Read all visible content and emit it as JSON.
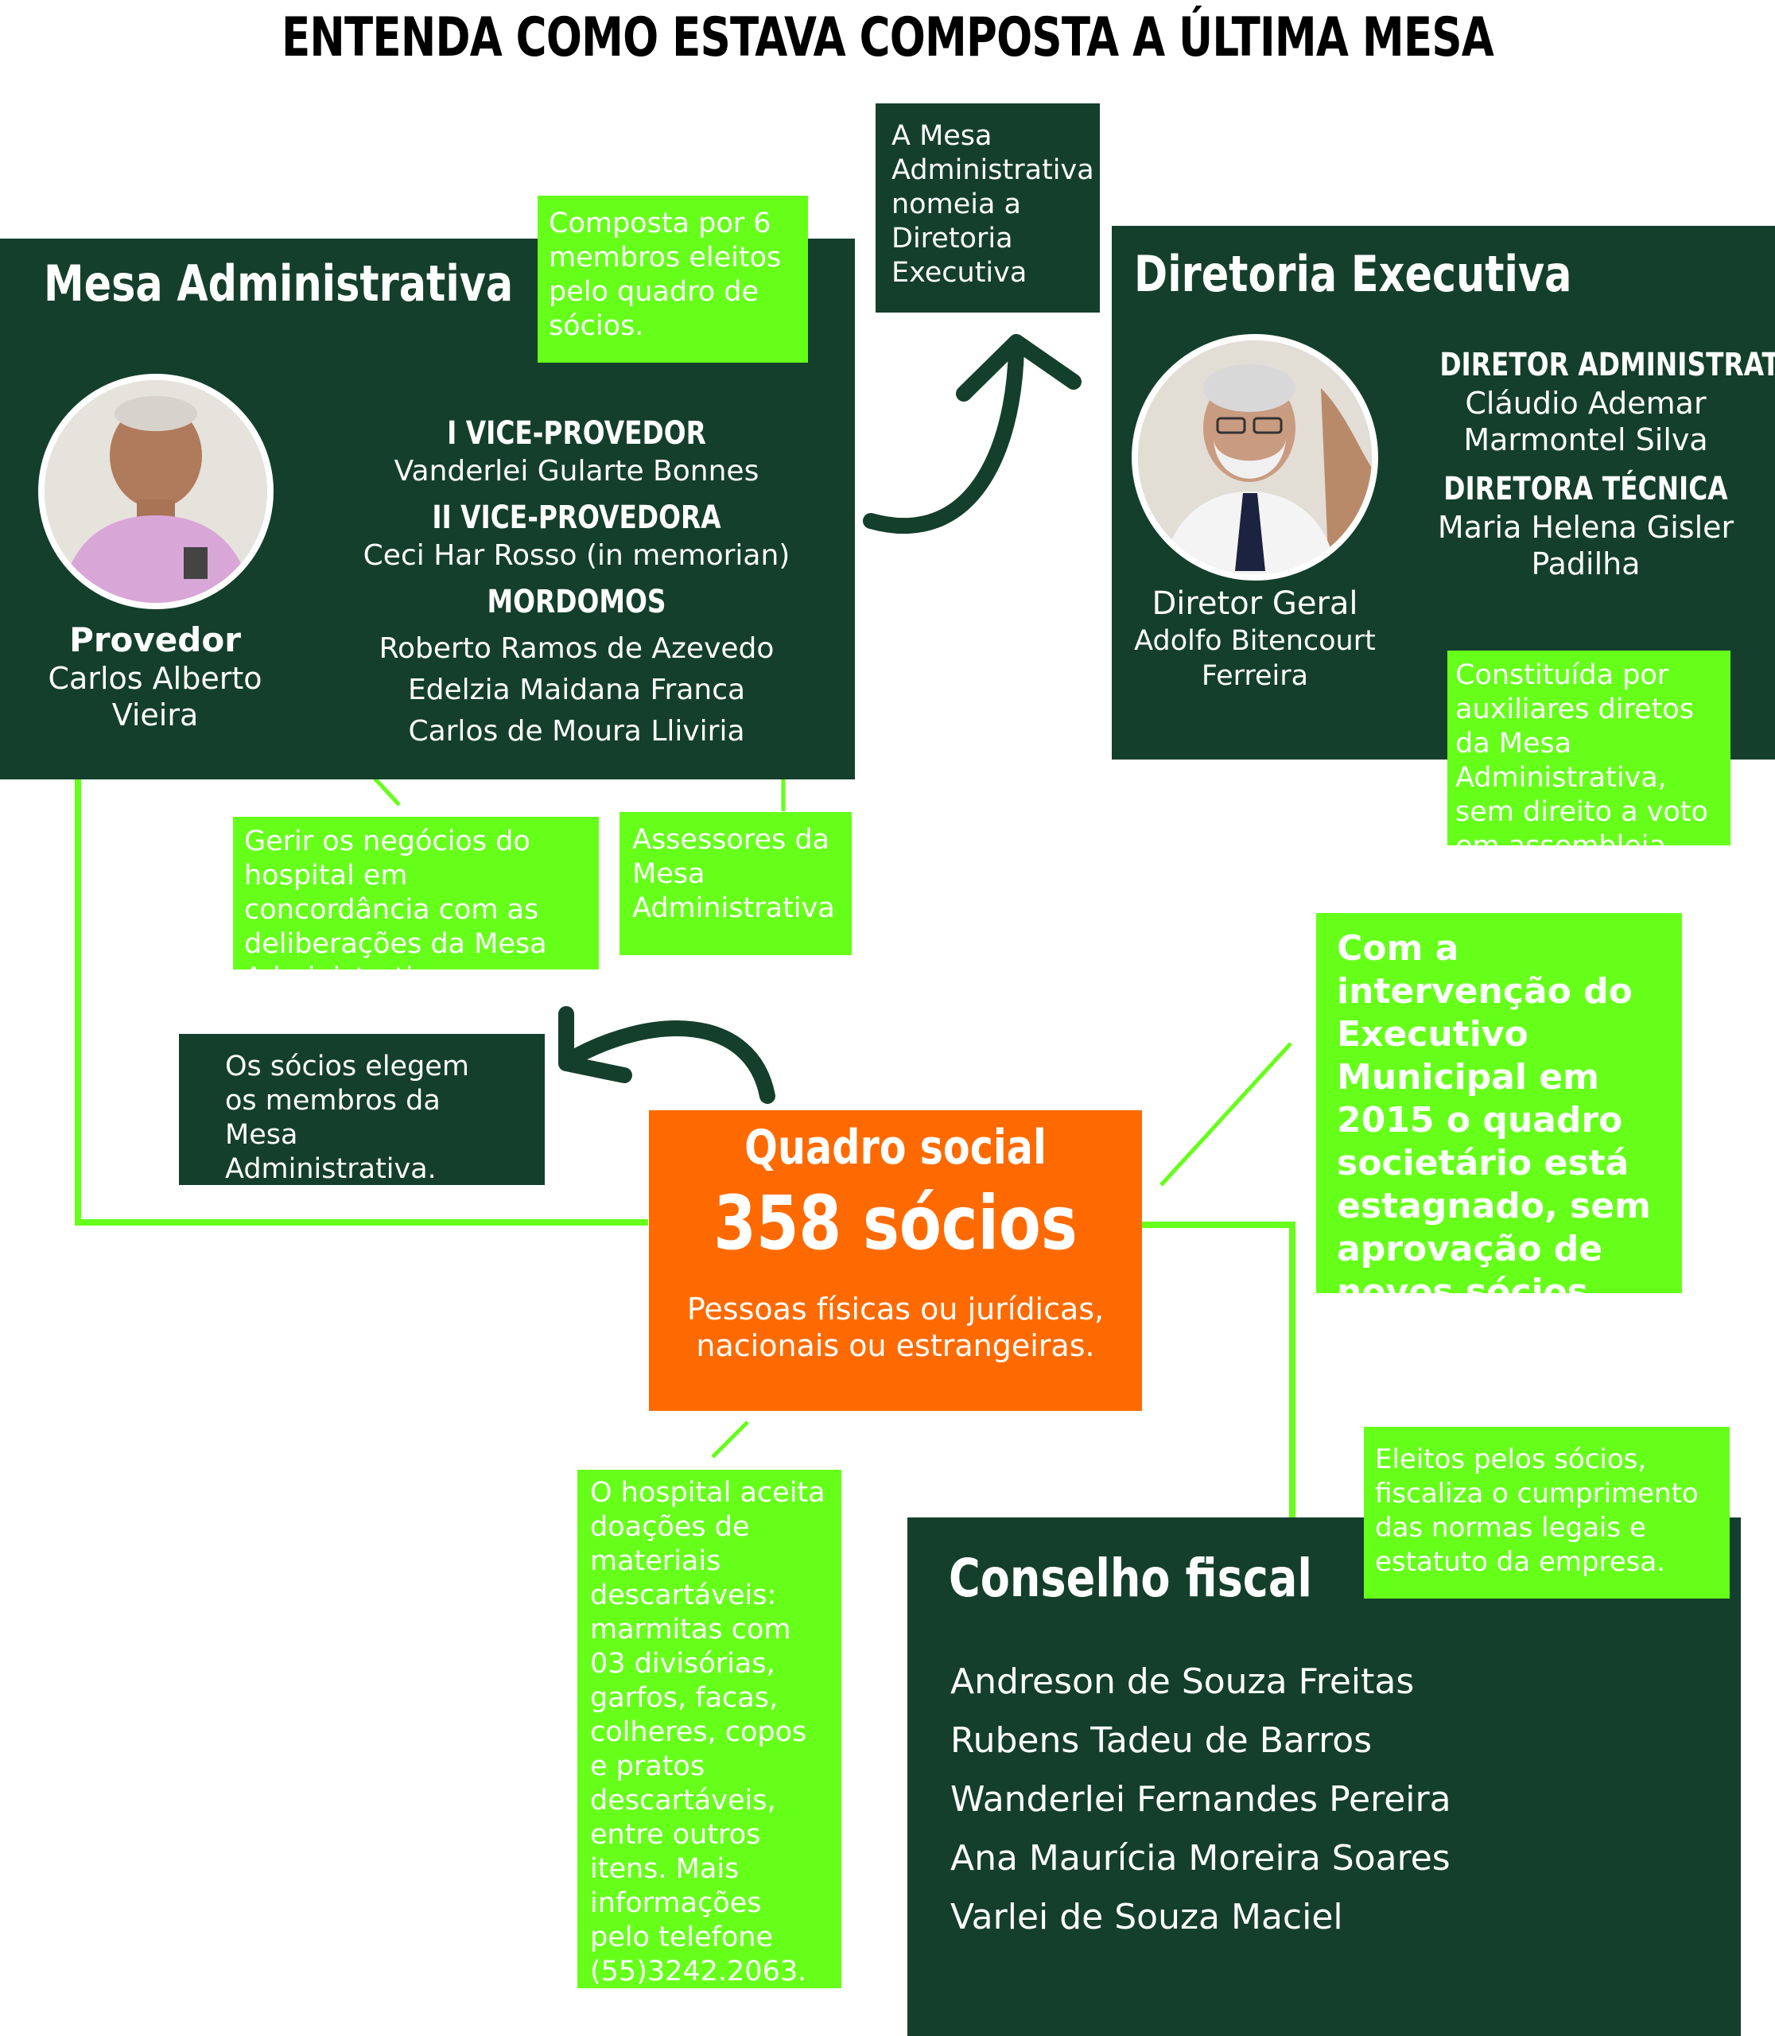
{
  "title": "ENTENDA COMO ESTAVA COMPOSTA A ÚLTIMA MESA",
  "mesa": {
    "title": "Mesa Administrativa",
    "note": "Composta por 6 membros eleitos pelo quadro de sócios.",
    "provedor": {
      "role": "Provedor",
      "name": "Carlos Alberto Vieira"
    },
    "vice1": {
      "role": "I VICE-PROVEDOR",
      "name": "Vanderlei Gularte Bonnes"
    },
    "vice2": {
      "role": "II VICE-PROVEDORA",
      "name": "Ceci Har Rosso (in memorian)"
    },
    "mordomos": {
      "role": "MORDOMOS",
      "names": [
        "Roberto Ramos de Azevedo",
        "Edelzia Maidana Franca",
        "Carlos de Moura Lliviria"
      ]
    },
    "provedor_note": "Gerir os negócios do hospital em concordância com as deliberações da Mesa Administrativa.",
    "mordomos_note": "Assessores da Mesa Administrativa"
  },
  "nomeia_note": "A Mesa Administrativa nomeia a Diretoria Executiva",
  "diretoria": {
    "title": "Diretoria Executiva",
    "geral": {
      "role": "Diretor Geral",
      "name": "Adolfo Bitencourt Ferreira"
    },
    "admin": {
      "role": "DIRETOR ADMINISTRATIVO",
      "name": "Cláudio Ademar Marmontel Silva"
    },
    "tecnica": {
      "role": "DIRETORA TÉCNICA",
      "name": "Maria Helena Gisler Padilha"
    },
    "note": "Constituída por auxiliares diretos da Mesa Administrativa, sem direito a voto em assembleia."
  },
  "socios_note": "Os sócios elegem os membros da Mesa Administrativa.",
  "quadro": {
    "title": "Quadro social",
    "count": "358 sócios",
    "desc": "Pessoas físicas ou jurídicas, nacionais ou estrangeiras."
  },
  "intervencao_note": "Com a intervenção do Executivo Municipal em 2015 o quadro societário está estagnado, sem aprovação de novos sócios.",
  "doacao_note": "O hospital aceita doações de materiais descartáveis: marmitas com 03 divisórias, garfos, facas, colheres, copos e pratos descartáveis, entre outros itens. Mais informações pelo telefone (55)3242.2063.",
  "conselho": {
    "title": "Conselho fiscal",
    "note": "Eleitos pelos sócios, fiscaliza o cumprimento das normas legais e estatuto da empresa.",
    "members": [
      "Andreson de Souza Freitas",
      "Rubens Tadeu de Barros",
      "Wanderlei Fernandes Pereira",
      "Ana Maurícia Moreira Soares",
      "Varlei de Souza Maciel"
    ]
  },
  "colors": {
    "dark_green": "#143f2c",
    "lime": "#66ff1a",
    "orange": "#ff6a00"
  }
}
